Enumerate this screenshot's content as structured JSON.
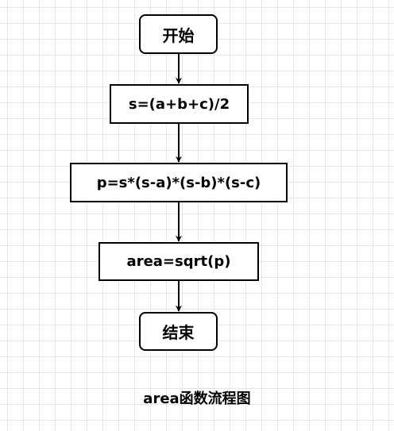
{
  "flowchart": {
    "nodes": [
      {
        "id": "start",
        "label": "开始",
        "shape": "rounded"
      },
      {
        "id": "s",
        "label": "s=(a+b+c)/2",
        "shape": "rect"
      },
      {
        "id": "p",
        "label": "p=s*(s-a)*(s-b)*(s-c)",
        "shape": "rect"
      },
      {
        "id": "area",
        "label": "area=sqrt(p)",
        "shape": "rect"
      },
      {
        "id": "end",
        "label": "结束",
        "shape": "rounded"
      }
    ],
    "edges": [
      {
        "from": "start",
        "to": "s"
      },
      {
        "from": "s",
        "to": "p"
      },
      {
        "from": "p",
        "to": "area"
      },
      {
        "from": "area",
        "to": "end"
      }
    ]
  },
  "caption": "area函数流程图",
  "colors": {
    "stroke": "#000000",
    "fill": "#ffffff",
    "grid": "#e6e6e6"
  }
}
